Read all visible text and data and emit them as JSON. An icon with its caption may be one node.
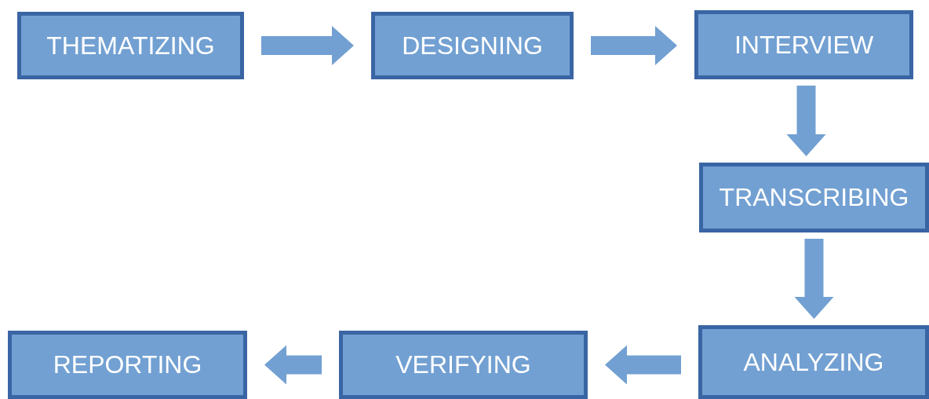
{
  "diagram": {
    "nodes": [
      {
        "text": [
          "THEMATIZING"
        ]
      },
      {
        "text": [
          "DESIGNING"
        ]
      },
      {
        "text": [
          "INTERVIEW"
        ]
      },
      {
        "text": [
          "TRANSCRIBING"
        ]
      },
      {
        "text": [
          "ANALYZING"
        ]
      },
      {
        "text": [
          "VERIFYING"
        ]
      },
      {
        "text": [
          "REPORTING"
        ]
      }
    ],
    "edges": [
      {
        "from": 0,
        "to": 1,
        "arrow": "to"
      },
      {
        "from": 1,
        "to": 2,
        "arrow": "to"
      },
      {
        "from": 2,
        "to": 3,
        "arrow": "to"
      },
      {
        "from": 3,
        "to": 4,
        "arrow": "to"
      },
      {
        "from": 4,
        "to": 5,
        "arrow": "to"
      },
      {
        "from": 5,
        "to": 6,
        "arrow": "to"
      }
    ]
  }
}
